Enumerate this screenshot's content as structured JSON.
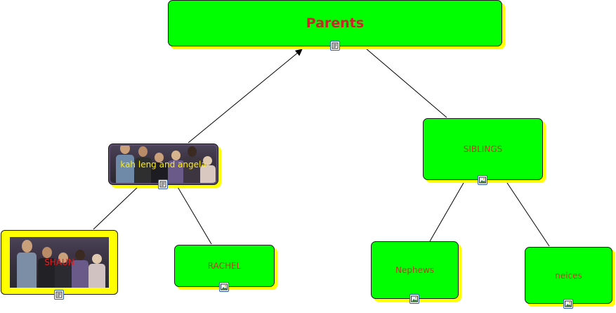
{
  "diagram": {
    "nodes": {
      "parents": {
        "label": "Parents",
        "icon": "note-icon"
      },
      "kahleng": {
        "label": "kah leng and angela",
        "icon": "note-icon"
      },
      "siblings": {
        "label": "SIBLINGS",
        "icon": "image-icon"
      },
      "shaun": {
        "label": "SHAUN",
        "icon": "note-icon"
      },
      "rachel": {
        "label": "RACHEL",
        "icon": "image-icon"
      },
      "nephews": {
        "label": "Nephews",
        "icon": "image-icon"
      },
      "neices": {
        "label": "neices",
        "icon": "image-icon"
      }
    },
    "colors": {
      "node_fill": "#00ff00",
      "node_shadow": "#ffff00",
      "label_text": "#c0392b",
      "photo_label": "#ffee00",
      "connector": "#000000"
    }
  }
}
